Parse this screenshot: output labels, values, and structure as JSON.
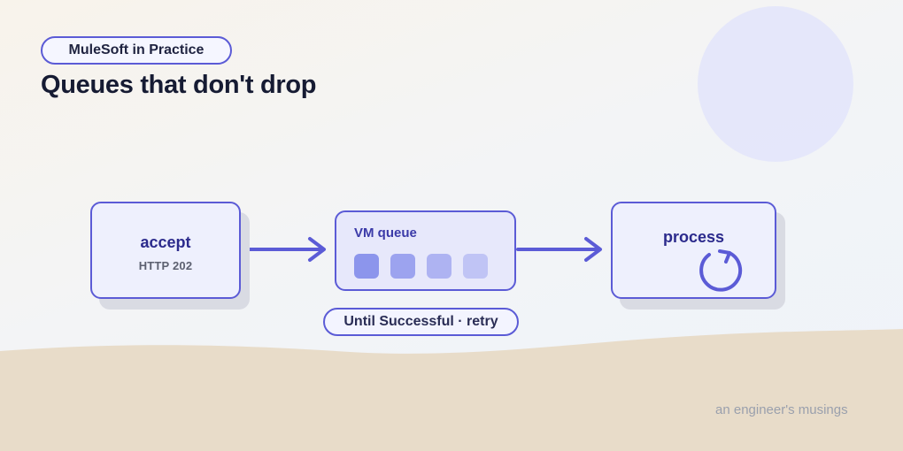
{
  "badge": {
    "label": "MuleSoft in Practice"
  },
  "title": "Queues that don't drop",
  "nodes": {
    "accept": {
      "label": "accept",
      "sub": "HTTP 202"
    },
    "vm_queue": {
      "label": "VM queue",
      "slots": 4,
      "slot_colors": [
        "#8c95ec",
        "#9ca3ef",
        "#aeb3f2",
        "#c0c4f5"
      ]
    },
    "process": {
      "label": "process",
      "icon": "refresh-icon"
    }
  },
  "retry": {
    "label": "Until Successful · retry"
  },
  "footer": {
    "text": "an engineer's musings"
  },
  "colors": {
    "accent": "#5b5bd6",
    "title": "#161b33",
    "node_text": "#2b2a8c",
    "sand": "#e8dcc9"
  }
}
